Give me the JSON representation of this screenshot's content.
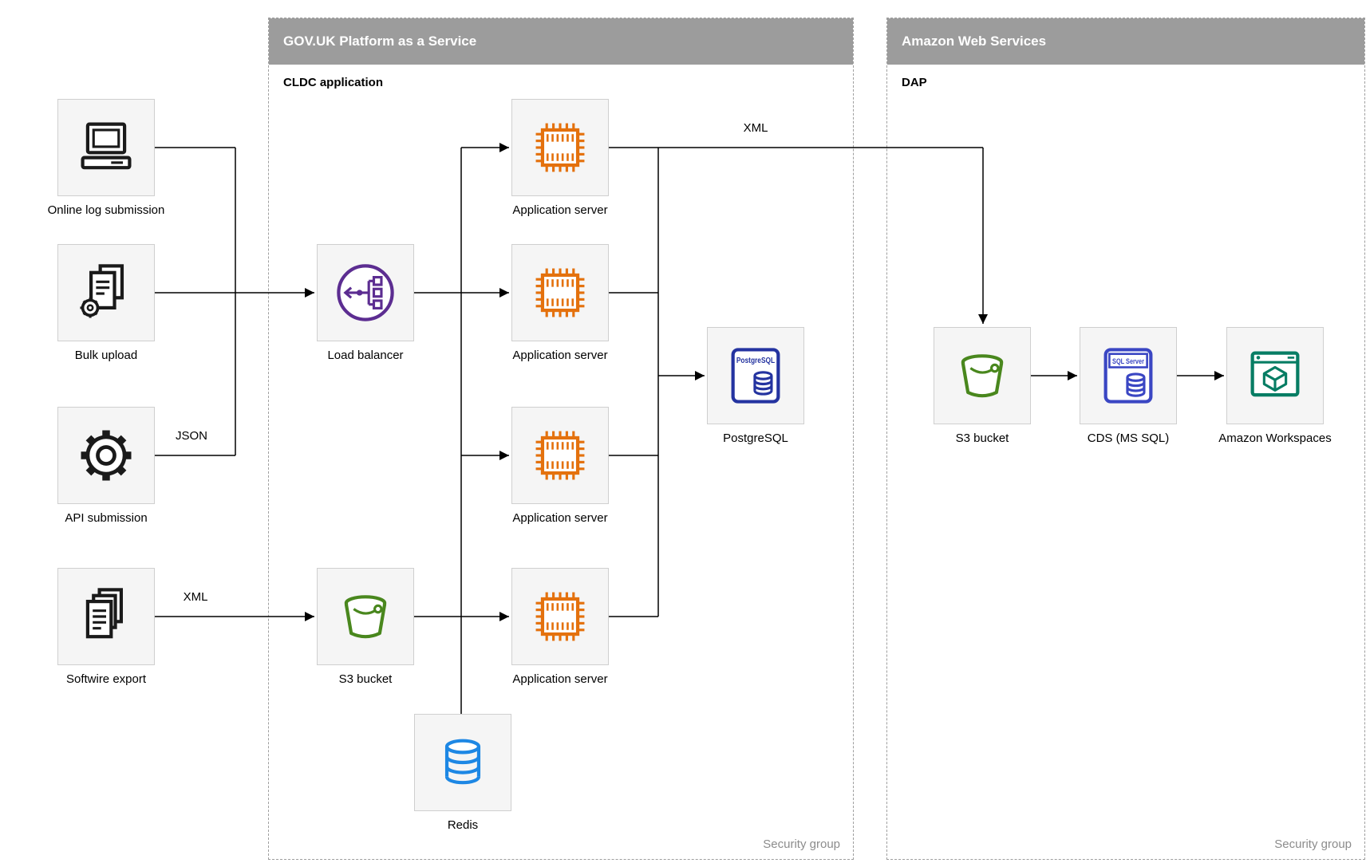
{
  "diagram": {
    "containers": [
      {
        "id": "paas",
        "title": "GOV.UK Platform as a Service",
        "sublabel": "CLDC application",
        "footer": "Security group"
      },
      {
        "id": "aws",
        "title": "Amazon Web Services",
        "sublabel": "DAP",
        "footer": "Security group"
      }
    ],
    "nodes": [
      {
        "id": "online-log-submission",
        "label": "Online log submission",
        "icon": "computer-icon"
      },
      {
        "id": "bulk-upload",
        "label": "Bulk upload",
        "icon": "documents-gear-icon"
      },
      {
        "id": "api-submission",
        "label": "API submission",
        "icon": "gear-icon"
      },
      {
        "id": "softwire-export",
        "label": "Softwire export",
        "icon": "documents-stack-icon"
      },
      {
        "id": "load-balancer",
        "label": "Load balancer",
        "icon": "load-balancer-icon"
      },
      {
        "id": "app-server-1",
        "label": "Application server",
        "icon": "chip-icon"
      },
      {
        "id": "app-server-2",
        "label": "Application server",
        "icon": "chip-icon"
      },
      {
        "id": "app-server-3",
        "label": "Application server",
        "icon": "chip-icon"
      },
      {
        "id": "app-server-4",
        "label": "Application server",
        "icon": "chip-icon"
      },
      {
        "id": "postgresql",
        "label": "PostgreSQL",
        "icon": "postgresql-icon"
      },
      {
        "id": "s3-bucket-paas",
        "label": "S3 bucket",
        "icon": "s3-bucket-icon"
      },
      {
        "id": "redis",
        "label": "Redis",
        "icon": "redis-icon"
      },
      {
        "id": "s3-bucket-aws",
        "label": "S3 bucket",
        "icon": "s3-bucket-icon"
      },
      {
        "id": "cds-ms-sql",
        "label": "CDS (MS SQL)",
        "icon": "sql-server-icon"
      },
      {
        "id": "amazon-workspaces",
        "label": "Amazon Workspaces",
        "icon": "workspaces-icon"
      }
    ],
    "edge_labels": [
      {
        "id": "json-label",
        "text": "JSON"
      },
      {
        "id": "xml-softwire-label",
        "text": "XML"
      },
      {
        "id": "xml-aws-label",
        "text": "XML"
      }
    ],
    "icon_captions": {
      "postgresql": "PostgreSQL",
      "sql_server": "SQL Server"
    },
    "colors": {
      "header_gray": "#9c9c9c",
      "box_bg": "#f5f5f5",
      "box_border": "#cfcfcf",
      "icon_black": "#1a1a1a",
      "load_balancer_purple": "#5c2d91",
      "app_server_orange": "#e4710d",
      "postgresql_navy": "#2433a0",
      "s3_green": "#49871d",
      "redis_blue": "#1d87e4",
      "sql_server_blue": "#3a46c3",
      "workspaces_teal": "#077d64",
      "line_black": "#000000",
      "security_group_gray": "#8c8c8c"
    }
  }
}
